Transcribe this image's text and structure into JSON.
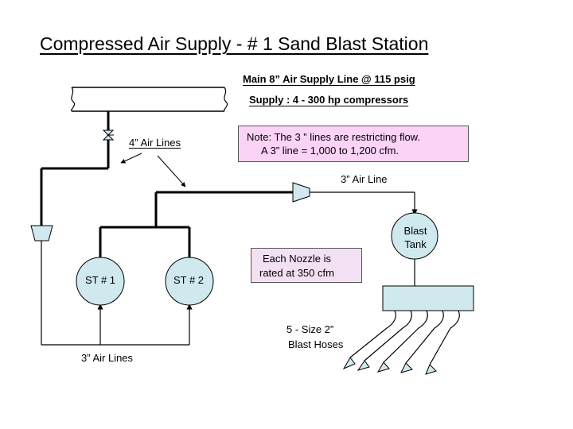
{
  "title": "Compressed Air Supply  -  # 1 Sand Blast Station",
  "main_line_label": "Main 8”  Air Supply Line @ 115 psig",
  "supply_label": "Supply :  4  - 300 hp compressors",
  "note": {
    "line1": "Note:  The  3 ” lines are restricting flow.",
    "line2": "A  3” line  =  1,000  to 1,200 cfm."
  },
  "four_inch_label": "4” Air Lines",
  "three_inch_line_label": "3” Air Line",
  "three_inch_lines_label": "3” Air Lines",
  "station_1": "ST # 1",
  "station_2": "ST # 2",
  "blast_tank": {
    "line1": "Blast",
    "line2": "Tank"
  },
  "nozzle_note": {
    "line1": "Each Nozzle is",
    "line2": "rated at 350 cfm"
  },
  "hoses_label": {
    "line1": "5 - Size 2”",
    "line2": "Blast Hoses"
  },
  "colors": {
    "equipment_fill": "#cfe9ee",
    "note_fill": "#fbd3f7",
    "nozzle_note_fill": "#f3e1f3",
    "line": "#000000"
  }
}
